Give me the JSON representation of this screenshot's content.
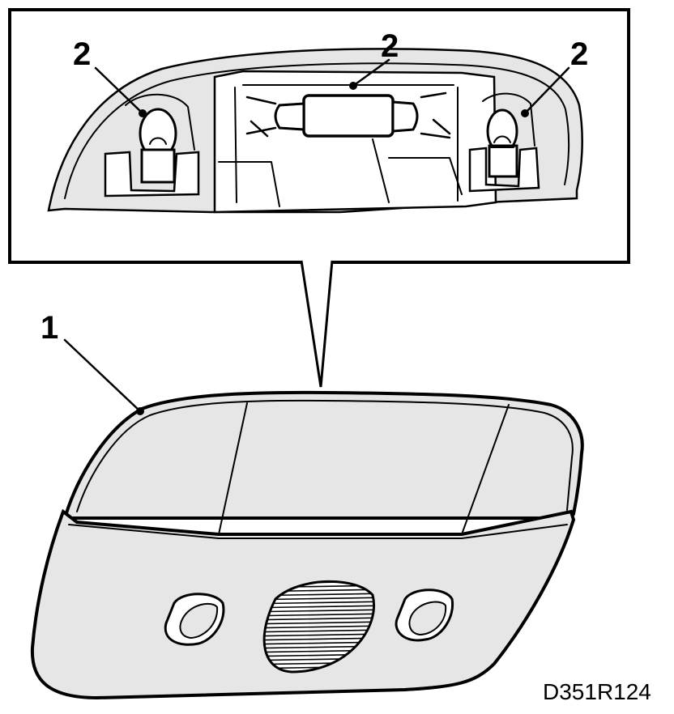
{
  "callouts": {
    "lamp_assembly": "1",
    "bulb_left": "2",
    "bulb_center": "2",
    "bulb_right": "2"
  },
  "reference_code": "D351R124",
  "colors": {
    "line": "#000000",
    "fill": "#e6e6e6",
    "background": "#ffffff"
  }
}
